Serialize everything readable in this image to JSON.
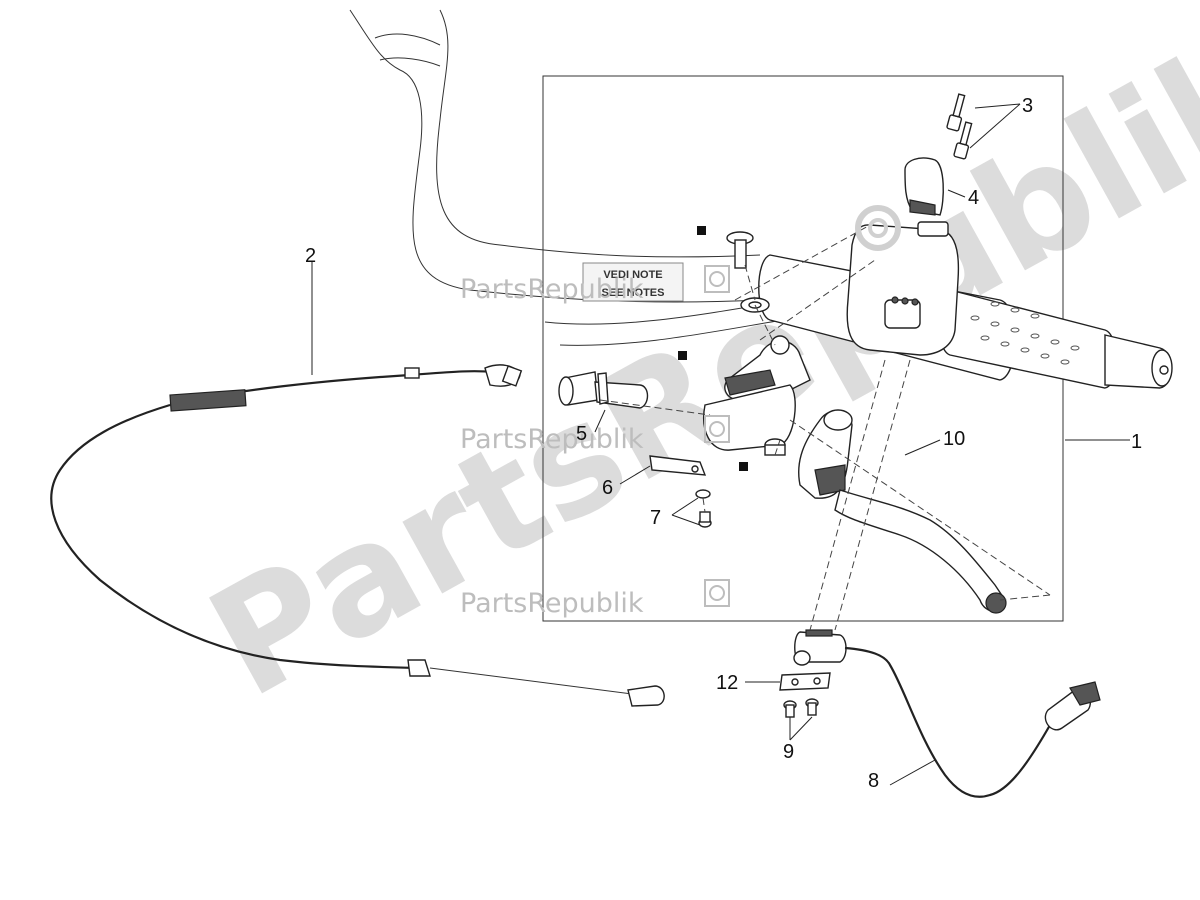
{
  "callouts": [
    {
      "num": "1",
      "label": "1"
    },
    {
      "num": "2",
      "label": "2"
    },
    {
      "num": "3",
      "label": "3"
    },
    {
      "num": "4",
      "label": "4"
    },
    {
      "num": "5",
      "label": "5"
    },
    {
      "num": "6",
      "label": "6"
    },
    {
      "num": "7",
      "label": "7"
    },
    {
      "num": "8",
      "label": "8"
    },
    {
      "num": "9",
      "label": "9"
    },
    {
      "num": "10",
      "label": "10"
    },
    {
      "num": "12",
      "label": "12"
    }
  ],
  "note": {
    "line1": "VEDI NOTE",
    "line2": "SEE NOTES"
  },
  "watermark": {
    "text": "PartsRepublik"
  }
}
